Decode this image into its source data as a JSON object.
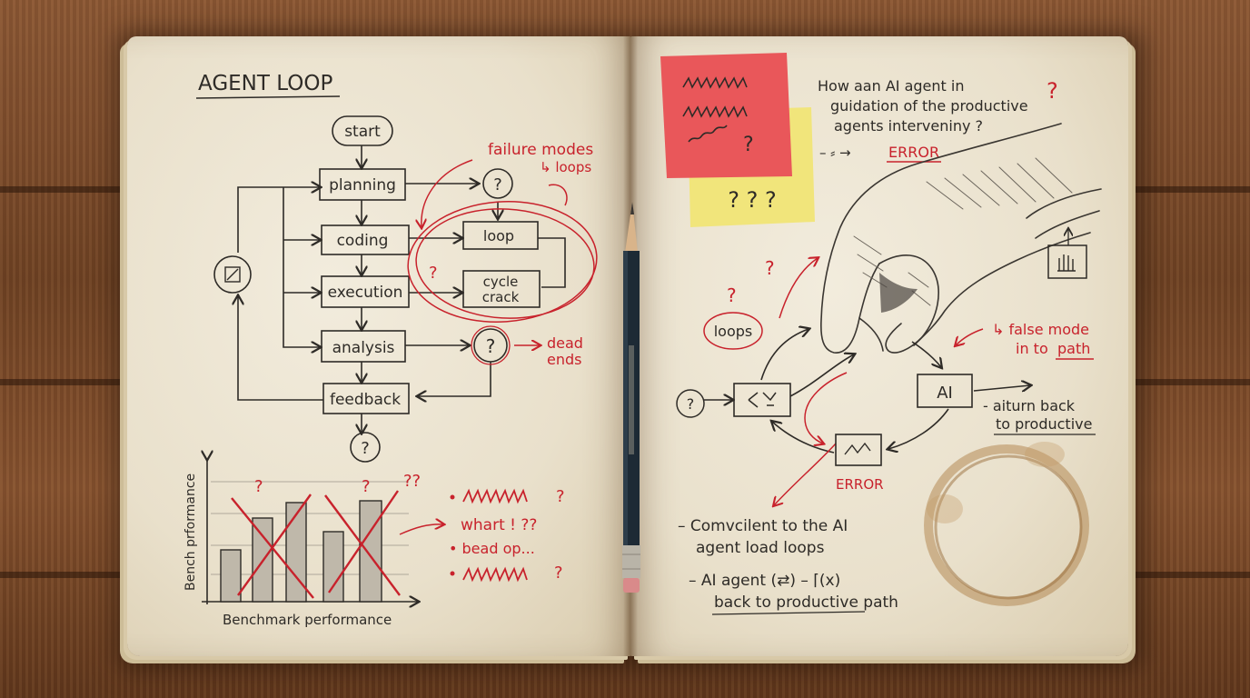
{
  "left_page": {
    "title": "AGENT LOOP",
    "flow": {
      "start": "start",
      "planning": "planning",
      "coding": "coding",
      "execution": "execution",
      "analysis": "analysis",
      "feedback": "feedback",
      "loop": "loop",
      "cycle": "cycle",
      "crack": "crack",
      "q": "?"
    },
    "annotations": {
      "failure_modes": "failure modes",
      "loops": "↳ loops",
      "dead": "dead",
      "ends": "ends",
      "q": "?",
      "qq": "??"
    },
    "chart": {
      "xlabel": "Benchmark performance",
      "ylabel": "Bench prformance"
    },
    "notes": {
      "whart": "whart ! ??",
      "bead": "• bead op...",
      "q": "?"
    }
  },
  "sticky_notes": {
    "red_q": "?",
    "yellow": "? ? ?"
  },
  "right_page": {
    "question_line1": "How aan AI agent in",
    "question_line2": "guidation of the productive",
    "question_line3": "agents interveniny ?",
    "question_mark": "?",
    "error_prefix": "– ⸗ →",
    "error_top": "ERROR",
    "loops": "loops",
    "q": "?",
    "false_mode_1": "↳ false mode",
    "false_mode_2a": "in to",
    "false_mode_2b": "path",
    "ai_box": "AI",
    "return_1": "- aiturn back",
    "return_2": "to productive",
    "error_bottom": "ERROR",
    "note1_line1": "– Comvcilent to the AI",
    "note1_line2": "agent load loops",
    "note2_line1": "– AI agent (⇄) – ⌈(x)",
    "note2_line2": "back to productive path"
  }
}
